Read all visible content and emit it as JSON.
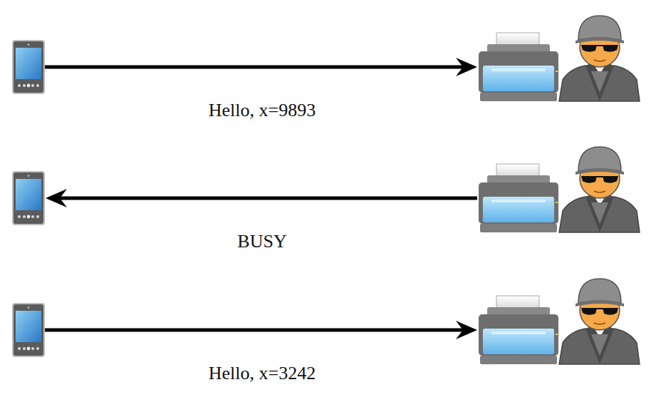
{
  "diagram": {
    "labels": [
      "Hello, x=9893",
      "BUSY",
      "Hello, x=3242"
    ]
  }
}
